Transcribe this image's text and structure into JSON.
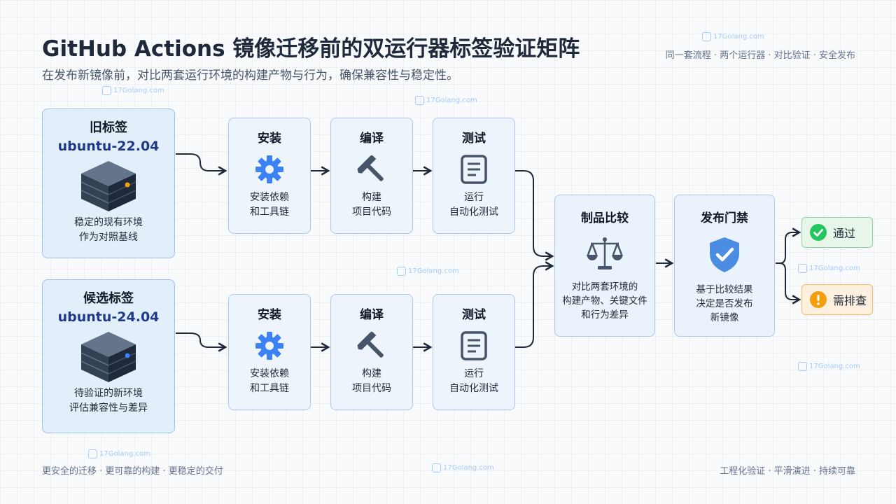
{
  "header": {
    "title": "GitHub Actions 镜像迁移前的双运行器标签验证矩阵",
    "subtitle": "在发布新镜像前，对比两套运行环境的构建产物与行为，确保兼容性与稳定性。",
    "tagline": "同一套流程 · 两个运行器 · 对比验证 · 安全发布"
  },
  "watermark": "17Golang.com",
  "lanes": [
    {
      "title": "旧标签",
      "tag": "ubuntu-22.04",
      "desc_line1": "稳定的现有环境",
      "desc_line2": "作为对照基线",
      "light_color": "#f59e0b"
    },
    {
      "title": "候选标签",
      "tag": "ubuntu-24.04",
      "desc_line1": "待验证的新环境",
      "desc_line2": "评估兼容性与差异",
      "light_color": "#3b82f6"
    }
  ],
  "steps": [
    {
      "title": "安装",
      "line1": "安装依赖",
      "line2": "和工具链",
      "icon": "gear-icon"
    },
    {
      "title": "编译",
      "line1": "构建",
      "line2": "项目代码",
      "icon": "hammer-icon"
    },
    {
      "title": "测试",
      "line1": "运行",
      "line2": "自动化测试",
      "icon": "document-icon"
    }
  ],
  "compare": {
    "title": "制品比较",
    "line1": "对比两套环境的",
    "line2": "构建产物、关键文件",
    "line3": "和行为差异",
    "icon": "scales-icon"
  },
  "gate": {
    "title": "发布门禁",
    "line1": "基于比较结果",
    "line2": "决定是否发布",
    "line3": "新镜像",
    "icon": "shield-check-icon"
  },
  "outcomes": {
    "pass": {
      "label": "通过",
      "color": "#22c55e",
      "icon": "check-circle-icon"
    },
    "warn": {
      "label": "需排查",
      "color": "#f59e0b",
      "icon": "exclamation-circle-icon"
    }
  },
  "footer": {
    "left": "更安全的迁移 · 更可靠的构建 · 更稳定的交付",
    "right": "工程化验证 · 平滑演进 · 持续可靠"
  }
}
